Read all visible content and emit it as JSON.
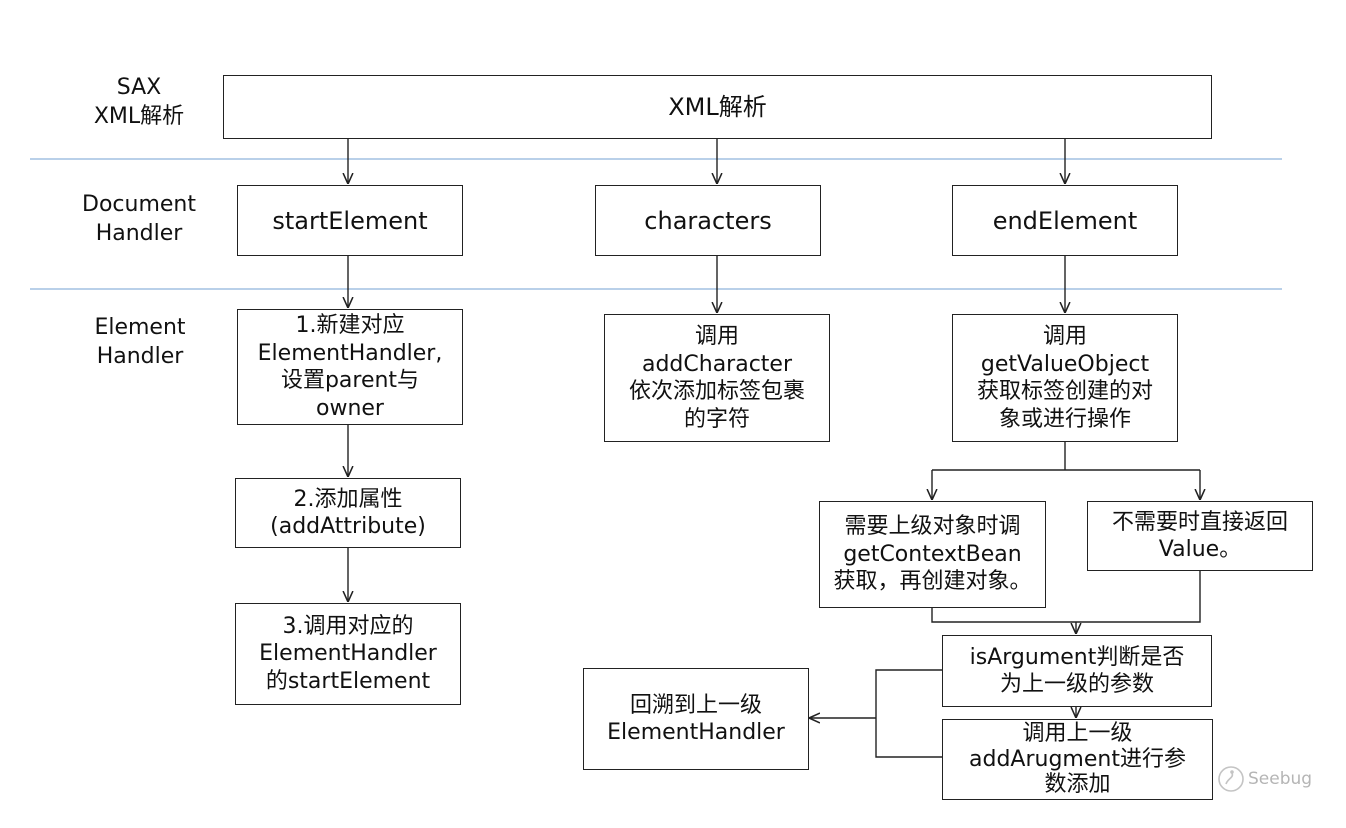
{
  "lanes": {
    "sax": [
      "SAX",
      "XML解析"
    ],
    "document": [
      "Document",
      "Handler"
    ],
    "element": [
      "Element",
      "Handler"
    ]
  },
  "nodes": {
    "xml_parse": [
      "XML解析"
    ],
    "start_element": [
      "startElement"
    ],
    "characters": [
      "characters"
    ],
    "end_element": [
      "endElement"
    ],
    "step1": [
      "1.新建对应",
      "ElementHandler,",
      "设置parent与",
      "owner"
    ],
    "step2": [
      "2.添加属性",
      "(addAttribute)"
    ],
    "step3": [
      "3.调用对应的",
      "ElementHandler",
      "的startElement"
    ],
    "add_character": [
      "调用",
      "addCharacter",
      "依次添加标签包裹",
      "的字符"
    ],
    "get_value_object": [
      "调用",
      "getValueObject",
      "获取标签创建的对",
      "象或进行操作"
    ],
    "need_parent": [
      "需要上级对象时调",
      "getContextBean",
      "获取，再创建对象。"
    ],
    "no_need": [
      "不需要时直接返回",
      "Value。"
    ],
    "is_argument": [
      "isArgument判断是否",
      "为上一级的参数"
    ],
    "add_argument": [
      "调用上一级",
      "addArugment进行参",
      "数添加"
    ],
    "backtrack": [
      "回溯到上一级",
      "ElementHandler"
    ]
  },
  "colors": {
    "lane_divider": "#8fb4dc",
    "stroke": "#222222",
    "watermark": "#b5b5b5"
  },
  "watermark": {
    "text": "Seebug",
    "icon": "seebug-logo-icon"
  }
}
